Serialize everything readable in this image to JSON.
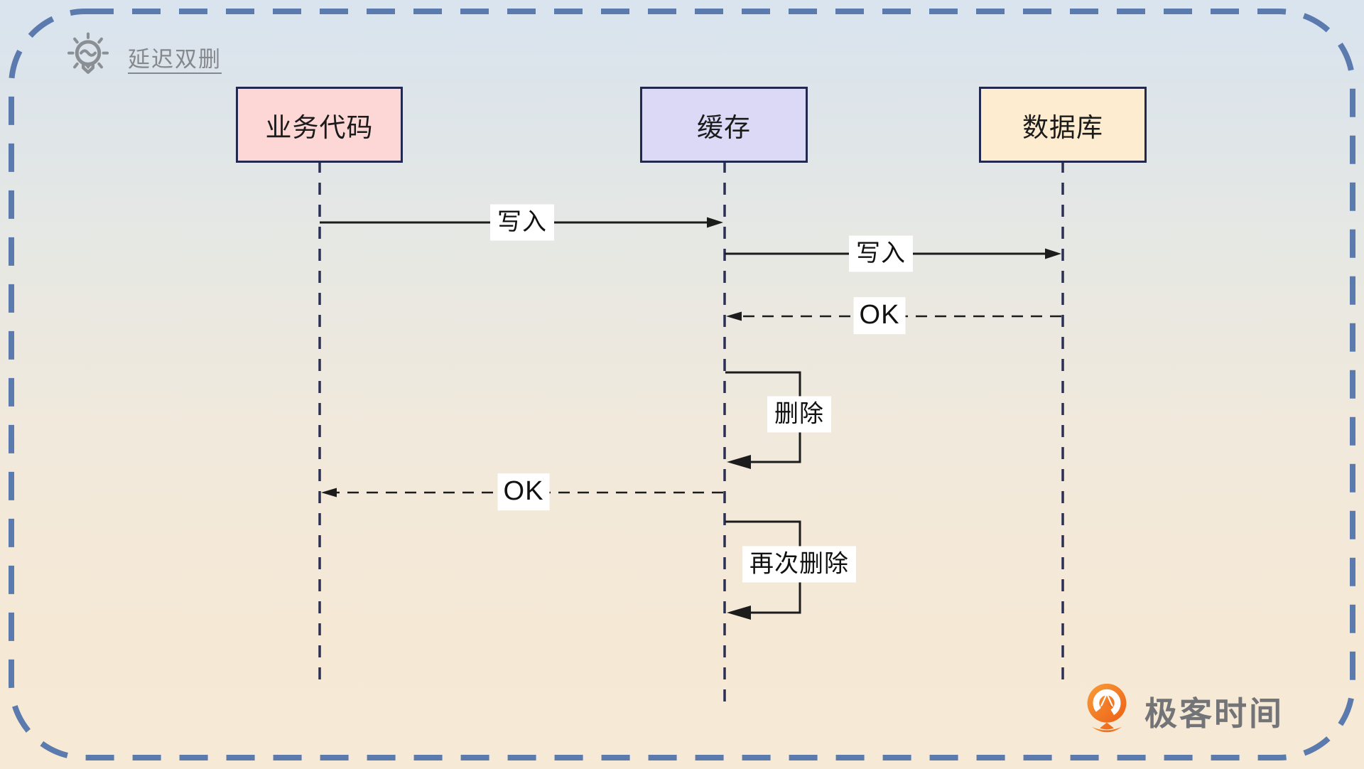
{
  "title": "延迟双删",
  "icons": {
    "header": "lightbulb-icon",
    "brand": "geektime-logo-icon"
  },
  "actors": [
    {
      "name": "业务代码",
      "fill": "#fdd7d6"
    },
    {
      "name": "缓存",
      "fill": "#dcd9f6"
    },
    {
      "name": "数据库",
      "fill": "#fdeccf"
    }
  ],
  "messages": [
    {
      "from": "业务代码",
      "to": "缓存",
      "label": "写入",
      "line": "solid"
    },
    {
      "from": "缓存",
      "to": "数据库",
      "label": "写入",
      "line": "solid"
    },
    {
      "from": "数据库",
      "to": "缓存",
      "label": "OK",
      "line": "dashed"
    },
    {
      "from": "缓存",
      "to": "缓存",
      "label": "删除",
      "line": "self"
    },
    {
      "from": "缓存",
      "to": "业务代码",
      "label": "OK",
      "line": "dashed"
    },
    {
      "from": "缓存",
      "to": "缓存",
      "label": "再次删除",
      "line": "self"
    }
  ],
  "watermark": {
    "brand": "极客时间"
  },
  "colors": {
    "frame_dash": "#5b7aad",
    "lifeline": "#2b3054",
    "arrow": "#1c1c1c",
    "box_border": "#23284e",
    "title_gray": "#85888c",
    "brand_orange": "#f0741f",
    "brand_text": "#737478",
    "bg_top": "#d9e4ef",
    "bg_bottom": "#f6e9d5"
  }
}
